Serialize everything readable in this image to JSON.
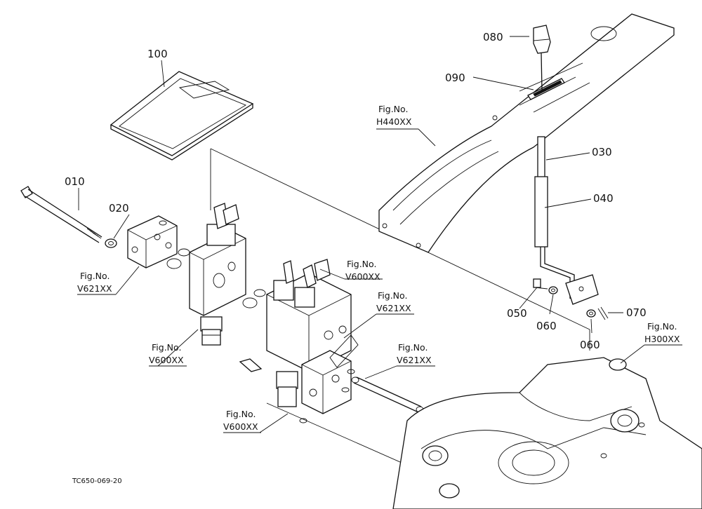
{
  "parts": {
    "p100": "100",
    "p010": "010",
    "p020": "020",
    "p030": "030",
    "p040": "040",
    "p050": "050",
    "p060a": "060",
    "p060b": "060",
    "p070": "070",
    "p080": "080",
    "p090": "090"
  },
  "figrefs": {
    "h440": {
      "line1": "Fig.No.",
      "line2": "H440XX"
    },
    "v621_left": {
      "line1": "Fig.No.",
      "line2": "V621XX"
    },
    "v600_top": {
      "line1": "Fig.No.",
      "line2": "V600XX"
    },
    "v621_mid": {
      "line1": "Fig.No.",
      "line2": "V621XX"
    },
    "v600_left": {
      "line1": "Fig.No.",
      "line2": "V600XX"
    },
    "v621_low": {
      "line1": "Fig.No.",
      "line2": "V621XX"
    },
    "h300": {
      "line1": "Fig.No.",
      "line2": "H300XX"
    },
    "v600_bottom": {
      "line1": "Fig.No.",
      "line2": "V600XX"
    }
  },
  "drawing_code": "TC650-069-20"
}
